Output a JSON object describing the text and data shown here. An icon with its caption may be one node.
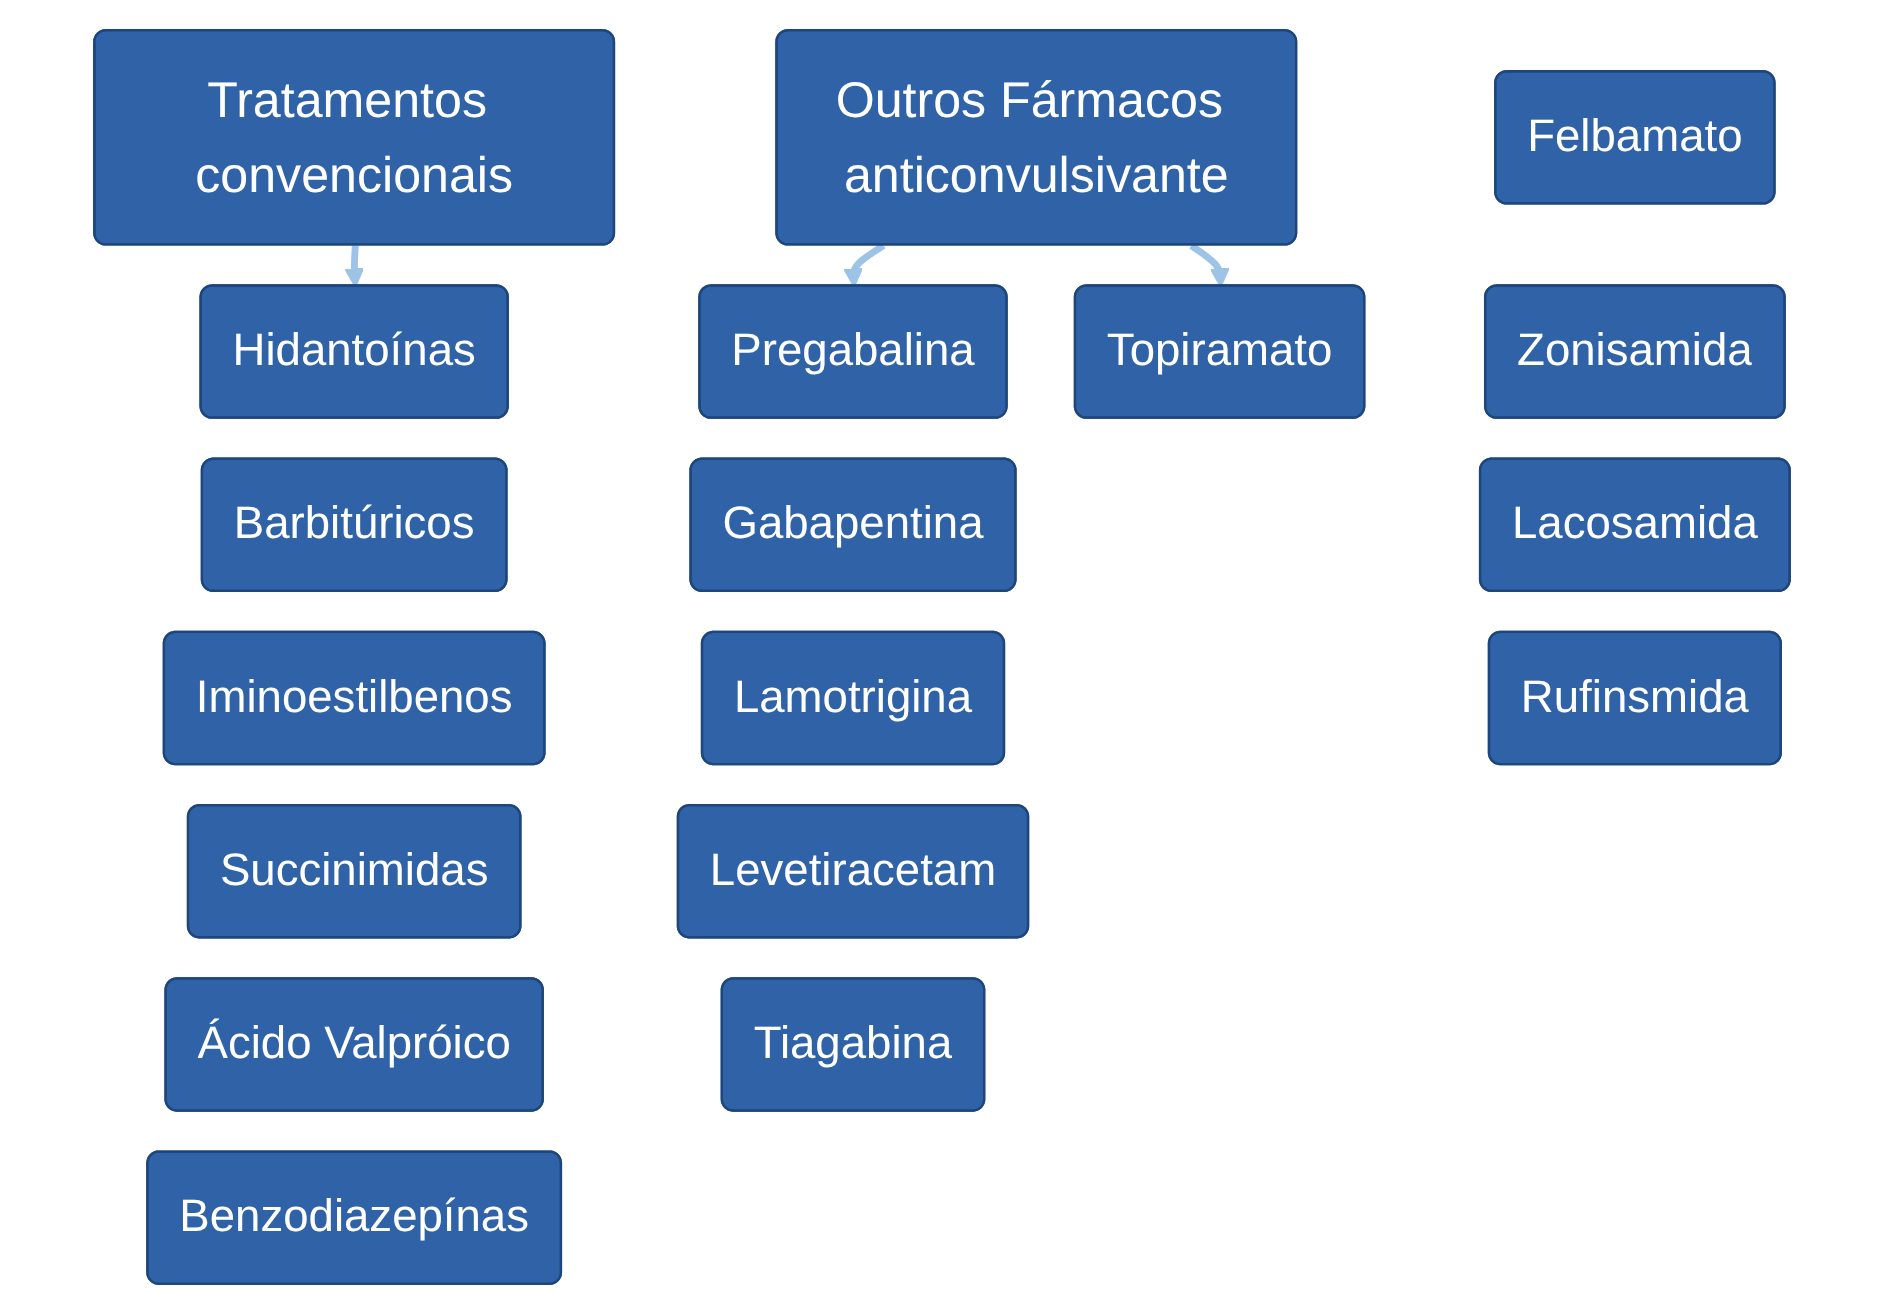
{
  "diagram": {
    "nodes": [
      {
        "text": [
          "Tratamentos convencionais"
        ]
      },
      {
        "text": [
          "Outros Fármacos anticonvulsivante"
        ]
      },
      {
        "text": [
          "Hidantoínas"
        ]
      },
      {
        "text": [
          "Barbitúricos"
        ]
      },
      {
        "text": [
          "Iminoestilbenos"
        ]
      },
      {
        "text": [
          "Succinimidas"
        ]
      },
      {
        "text": [
          "Ácido Valpróico"
        ]
      },
      {
        "text": [
          "Benzodiazepínas"
        ]
      },
      {
        "text": [
          "Pregabalina"
        ]
      },
      {
        "text": [
          "Gabapentina"
        ]
      },
      {
        "text": [
          "Lamotrigina"
        ]
      },
      {
        "text": [
          "Levetiracetam"
        ]
      },
      {
        "text": [
          "Tiagabina"
        ]
      },
      {
        "text": [
          "Topiramato"
        ]
      },
      {
        "text": [
          "Felbamato"
        ]
      },
      {
        "text": [
          "Zonisamida"
        ]
      },
      {
        "text": [
          "Lacosamida"
        ]
      },
      {
        "text": [
          "Rufinsmida"
        ]
      }
    ],
    "edges": [
      {
        "from": 0,
        "to": 2,
        "arrow": "to"
      },
      {
        "from": 1,
        "to": 8,
        "arrow": "to"
      },
      {
        "from": 1,
        "to": 13,
        "arrow": "to"
      }
    ]
  }
}
